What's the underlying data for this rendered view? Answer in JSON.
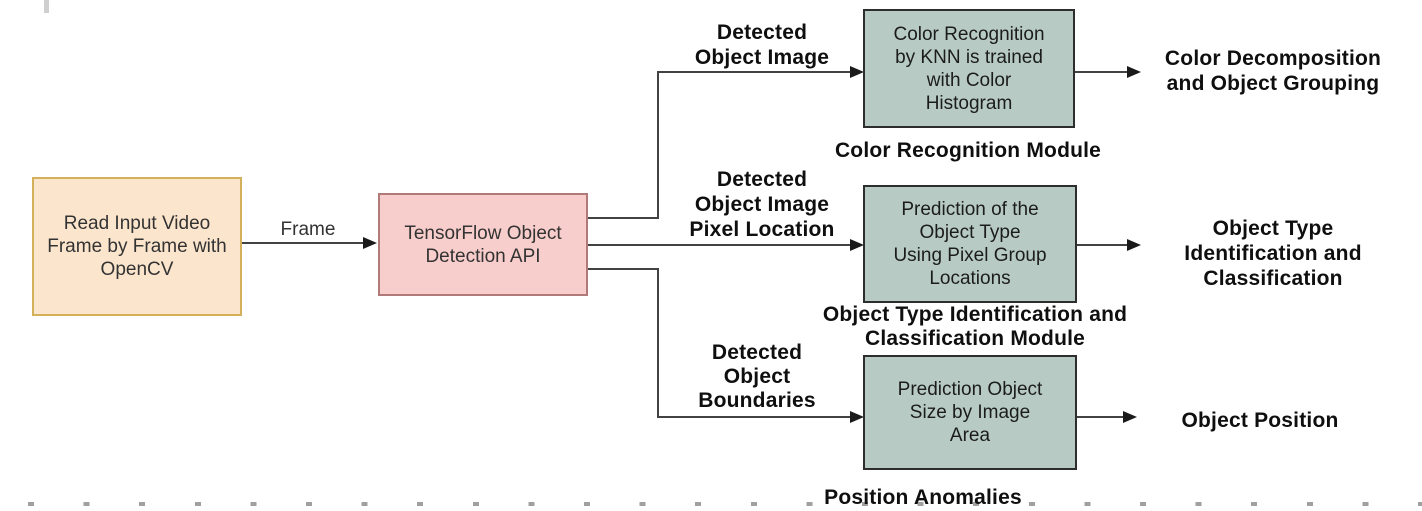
{
  "colors": {
    "bg": "#ffffff",
    "line": "#424242",
    "arrowhead": "#1a1a1a",
    "input-fill": "#fce5cd",
    "input-stroke": "#d5b05a",
    "api-fill": "#f8cecc",
    "api-stroke": "#b07a78",
    "module-fill": "#b7cbc4",
    "module-stroke": "#2d2d2d",
    "box-text": "#333333",
    "label-text": "#0f0f0f",
    "dash": "#8f8f8f"
  },
  "flow": {
    "input_node": {
      "lines": [
        "Read Input Video",
        "Frame by Frame with",
        "OpenCV"
      ]
    },
    "frame_edge_label": "Frame",
    "api_node": {
      "lines": [
        "TensorFlow Object",
        "Detection API"
      ]
    },
    "branches": [
      {
        "edge_label_lines": [
          "Detected",
          "Object Image"
        ],
        "module_lines": [
          "Color Recognition",
          "by KNN is trained",
          "with Color",
          "Histogram"
        ],
        "caption_lines": [
          "Color Recognition Module"
        ],
        "output_lines": [
          "Color Decomposition",
          "and Object Grouping"
        ]
      },
      {
        "edge_label_lines": [
          "Detected",
          "Object Image",
          "Pixel Location"
        ],
        "module_lines": [
          "Prediction of the",
          "Object Type",
          "Using Pixel Group",
          "Locations"
        ],
        "caption_lines": [
          "Object Type Identification and",
          "Classification Module"
        ],
        "output_lines": [
          "Object Type",
          "Identification and",
          "Classification"
        ]
      },
      {
        "edge_label_lines": [
          "Detected",
          "Object",
          "Boundaries"
        ],
        "module_lines": [
          "Prediction Object",
          "Size by Image",
          "Area"
        ],
        "caption_lines": [
          "Position Anomalies Detection"
        ],
        "output_lines": [
          "Object Position"
        ]
      }
    ]
  }
}
